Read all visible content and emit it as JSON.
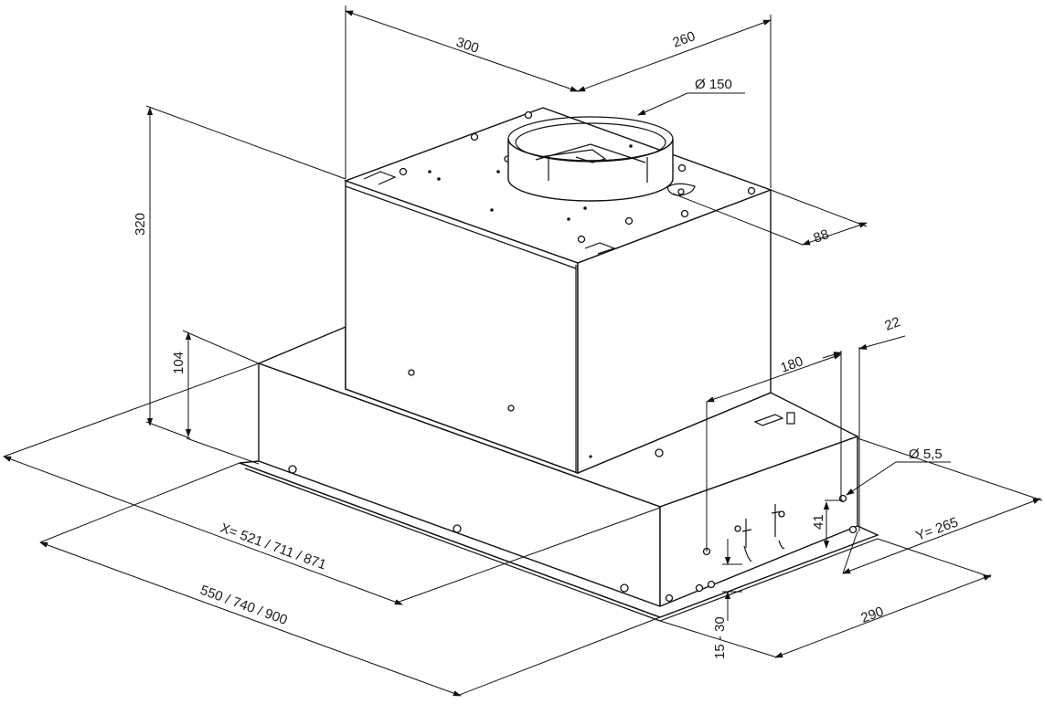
{
  "dimensions": {
    "width_300": "300",
    "depth_260": "260",
    "diameter_150": "Ø 150",
    "offset_88": "88",
    "height_320": "320",
    "height_104": "104",
    "offset_22": "22",
    "offset_180": "180",
    "hole_diameter": "Ø 5,5",
    "height_41": "41",
    "cutout_y": "Y= 265",
    "cutout_x": "X= 521 / 711 / 871",
    "width_total": "550 / 740 / 900",
    "depth_290": "290",
    "range_15_30": "15 - 30"
  }
}
